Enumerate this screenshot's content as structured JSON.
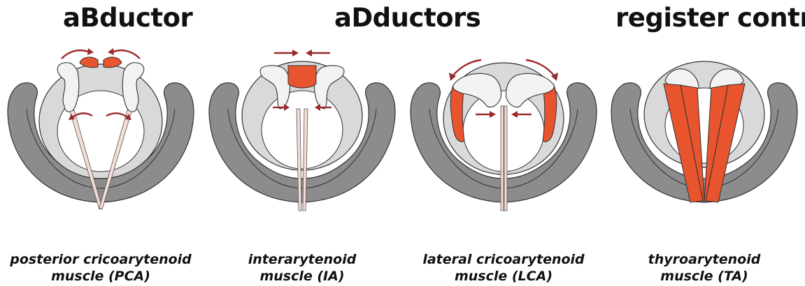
{
  "headings": {
    "abductor": "aBductor",
    "adductors": "aDductors",
    "register": "register control"
  },
  "panels": [
    {
      "id": "pca",
      "caption_line1": "posterior cricoarytenoid",
      "caption_line2": "muscle (PCA)"
    },
    {
      "id": "ia",
      "caption_line1": "interarytenoid",
      "caption_line2": "muscle (IA)"
    },
    {
      "id": "lca",
      "caption_line1": "lateral cricoarytenoid",
      "caption_line2": "muscle (LCA)"
    },
    {
      "id": "ta",
      "caption_line1": "thyroarytenoid",
      "caption_line2": "muscle (TA)"
    }
  ],
  "colors": {
    "thyroid": "#8c8c8c",
    "cricoid": "#d9d9d9",
    "cartilage": "#f2f2f2",
    "muscle": "#e8542d",
    "fold": "#f6dcd6",
    "arrow": "#9a2a2a",
    "outline": "#333333"
  }
}
